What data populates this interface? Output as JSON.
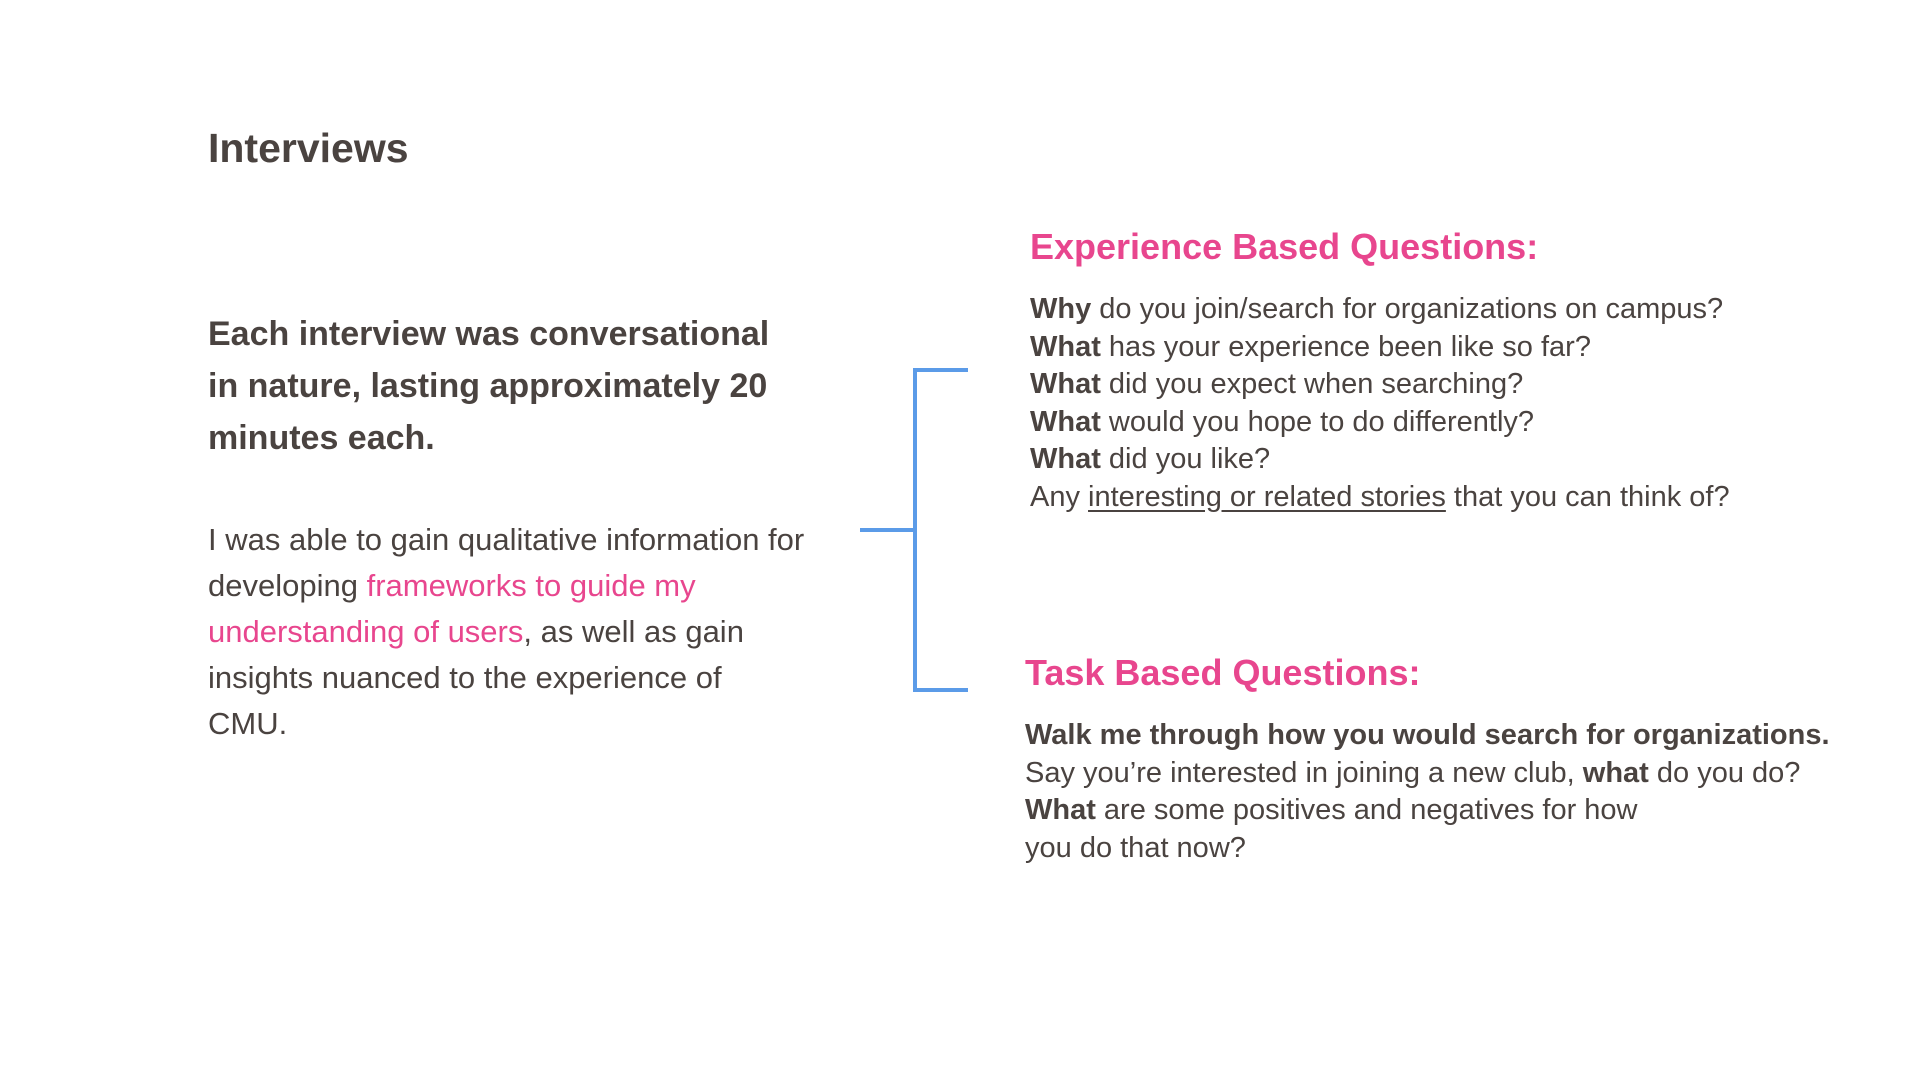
{
  "title": "Interviews",
  "lead": "Each interview was conversational in nature, lasting approximately 20 minutes each.",
  "body": {
    "part1": "I was able to gain qualitative information for developing ",
    "highlight": "frameworks to guide my understanding of users",
    "part2": ", as well as gain insights nuanced to the experience of CMU."
  },
  "colors": {
    "accent": "#e8468e",
    "text": "#4a4340",
    "bracket": "#5b9be8"
  },
  "experience": {
    "heading": "Experience Based Questions:",
    "q1": {
      "bold": "Why",
      "rest": " do you join/search for organizations on campus?"
    },
    "q2": {
      "bold": "What",
      "rest": " has your experience been like so far?"
    },
    "q3": {
      "bold": "What",
      "rest": " did you expect when searching?"
    },
    "q4": {
      "bold": "What",
      "rest": " would you hope to do differently?"
    },
    "q5": {
      "bold": "What",
      "rest": " did you like?"
    },
    "q6": {
      "pre": "Any ",
      "underlined": "interesting or related stories",
      "post": " that you can think of?"
    }
  },
  "task": {
    "heading": "Task Based Questions:",
    "q1": "Walk me through how you would search for organizations.",
    "q2": {
      "pre": "Say you’re interested in joining a new club, ",
      "bold": "what",
      "post": " do you do?"
    },
    "q3": {
      "bold": "What",
      "rest": " are some positives and negatives for how"
    },
    "q4": "you do that now?"
  }
}
